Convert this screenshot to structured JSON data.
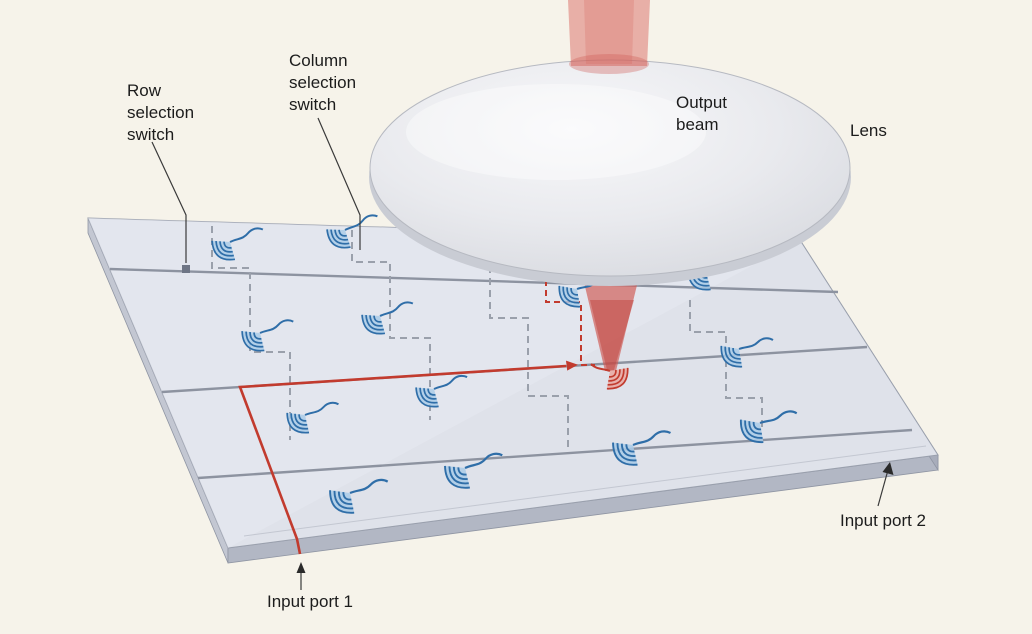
{
  "figure": {
    "type": "scientific-diagram",
    "subject": "2D optical beam-steering photonic chip with row and column selection switches, a grating-coupler array, one active red output coupler and an output lens"
  },
  "labels": {
    "row_switch": "Row selection switch",
    "column_switch": "Column selection switch",
    "output_beam": "Output beam",
    "lens": "Lens",
    "input_port_1": "Input port 1",
    "input_port_2": "Input port 2"
  },
  "couplers": {
    "blue_count": 13,
    "red_count": 1
  },
  "colors": {
    "background": "#f6f3ea",
    "chip_top": "#dfe2ea",
    "chip_side": "#b2b7c4",
    "waveguide_gray": "#8d93a0",
    "dashed_gray": "#9aa0ab",
    "route_red": "#c23b2e",
    "beam_red": "#d96c63",
    "coupler_blue": "#2f6ea8",
    "coupler_fill": "#aacbe7",
    "lens_fill": "#ececef",
    "label_text": "#1c1c1c"
  }
}
